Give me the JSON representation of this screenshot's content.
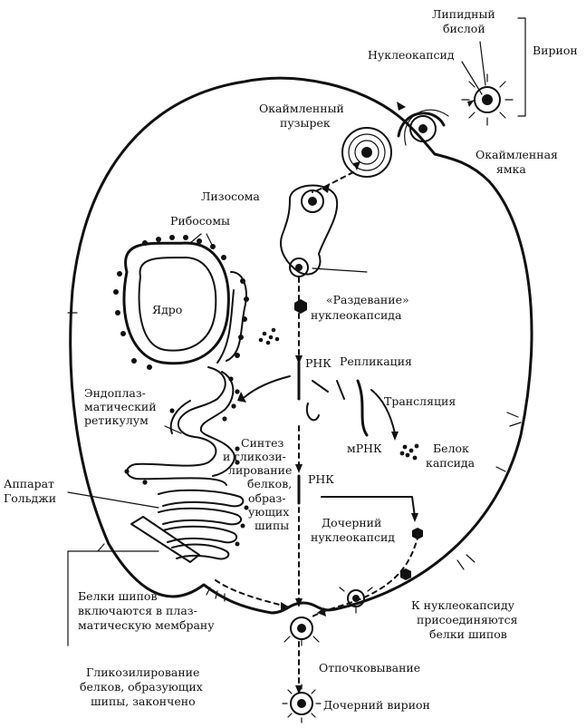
{
  "labels": {
    "lipid_bilayer": [
      "Липидный",
      "бислой"
    ],
    "virion": "Вирион",
    "nucleocapsid": "Нуклеокапсид",
    "coated_vesicle": [
      "Окаймленный",
      "пузырек"
    ],
    "coated_pit": [
      "Окаймленная",
      "ямка"
    ],
    "lysosome": "Лизосома",
    "ribosomes": "Рибосомы",
    "nucleus": "Ядро",
    "uncoating": [
      "«Раздевание»",
      "нуклеокапсида"
    ],
    "rna_top": "РНК",
    "replication": "Репликация",
    "translation": "Трансляция",
    "er": [
      "Эндоплаз-",
      "матический",
      "ретикулум"
    ],
    "synthesis": [
      "Синтез",
      "и гликози-",
      "лирование",
      "белков,",
      "образ-",
      "ующих",
      "шипы"
    ],
    "mrna": "мРНК",
    "capsid_protein": [
      "Белок",
      "капсида"
    ],
    "golgi": [
      "Аппарат",
      "Гольджи"
    ],
    "rna_mid": "РНК",
    "daughter_nucleocapsid": [
      "Дочерний",
      "нуклеокапсид"
    ],
    "spike_membrane": [
      "Белки шипов",
      "включаются в плаз-",
      "матическую мембрану"
    ],
    "spike_attach": [
      "К нуклеокапсиду",
      "присоединяются",
      "белки шипов"
    ],
    "budding": "Отпочковывание",
    "glycosylation_done": [
      "Гликозилирование",
      "белков, образующих",
      "шипы, закончено"
    ],
    "daughter_virion": "Дочерний вирион"
  }
}
